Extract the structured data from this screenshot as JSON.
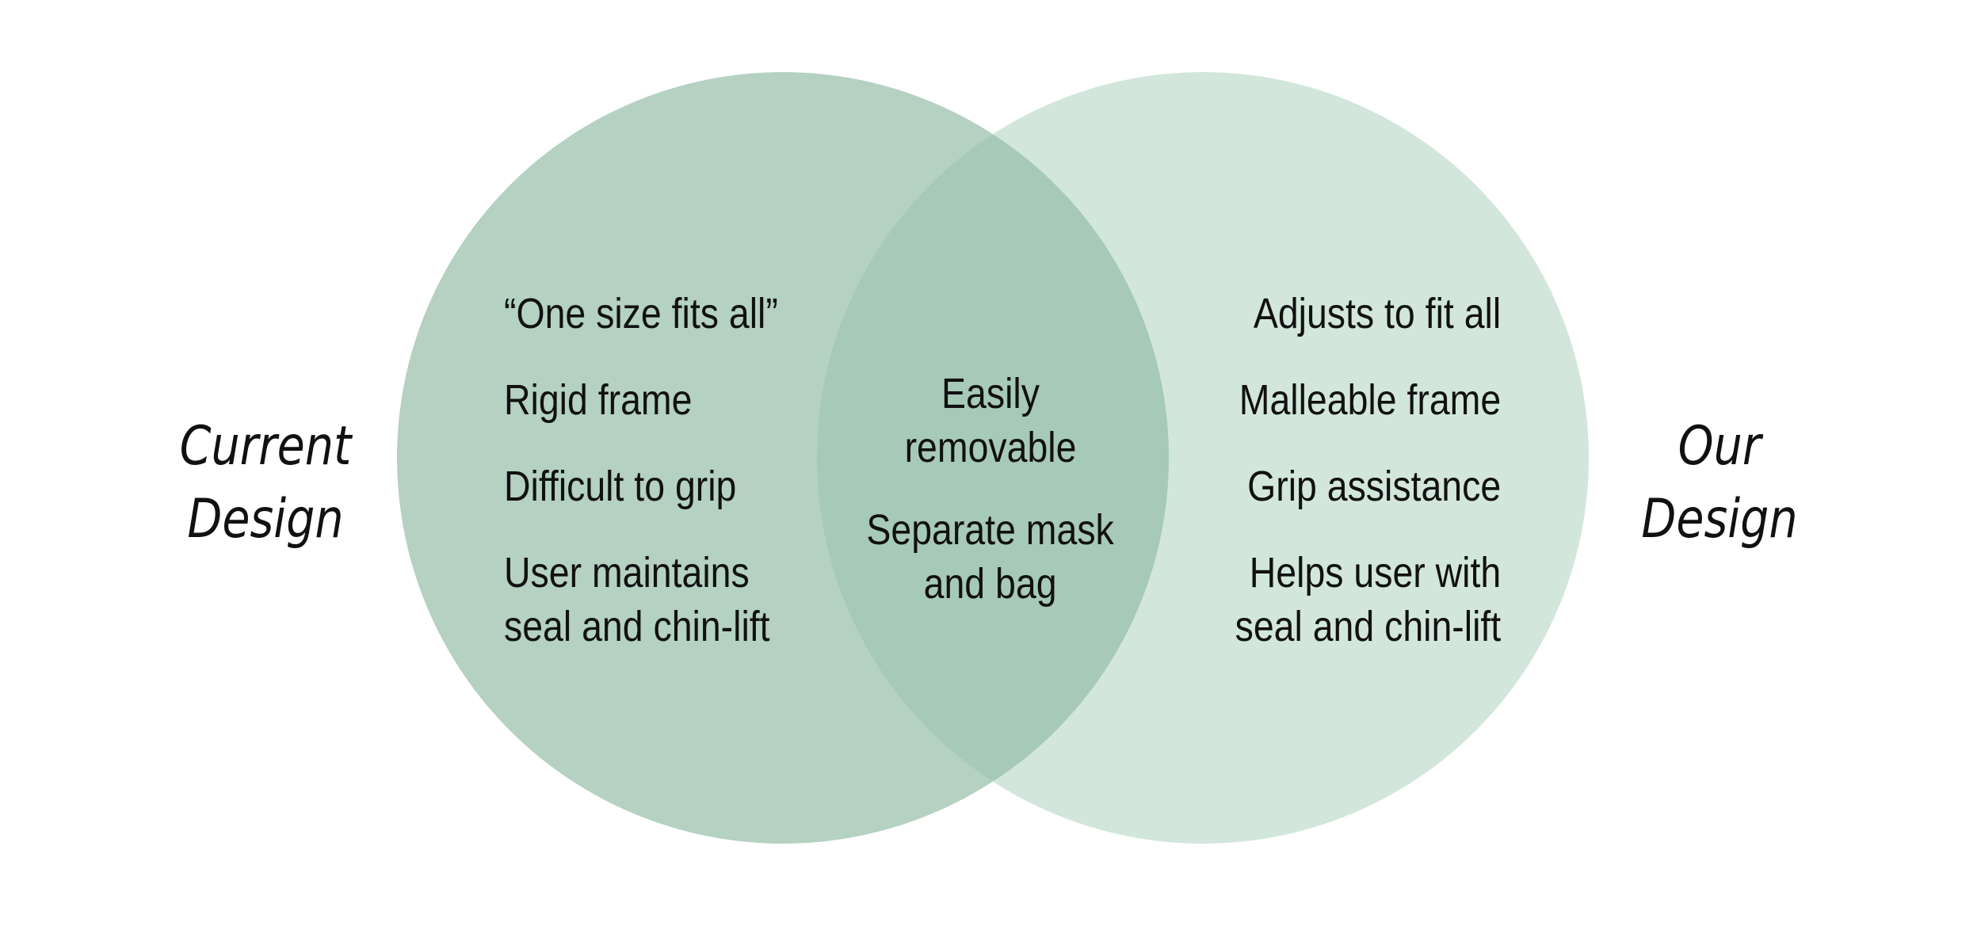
{
  "diagram": {
    "type": "venn",
    "colors": {
      "left_circle": "#b4d1c2",
      "right_circle": "#d2e6dc",
      "overlap": "#a7c9b8",
      "text": "#111111",
      "background": "#ffffff"
    },
    "sets": [
      {
        "id": "current",
        "label_lines": [
          "Current",
          "Design"
        ],
        "items": [
          "“One size fits all”",
          "Rigid frame",
          "Difficult to grip",
          "User maintains\nseal and chin-lift"
        ]
      },
      {
        "id": "ours",
        "label_lines": [
          "Our",
          "Design"
        ],
        "items": [
          "Adjusts to fit all",
          "Malleable frame",
          "Grip assistance",
          "Helps user with\nseal and chin-lift"
        ]
      }
    ],
    "intersection": {
      "items": [
        "Easily removable",
        "Separate mask\nand bag"
      ]
    }
  }
}
